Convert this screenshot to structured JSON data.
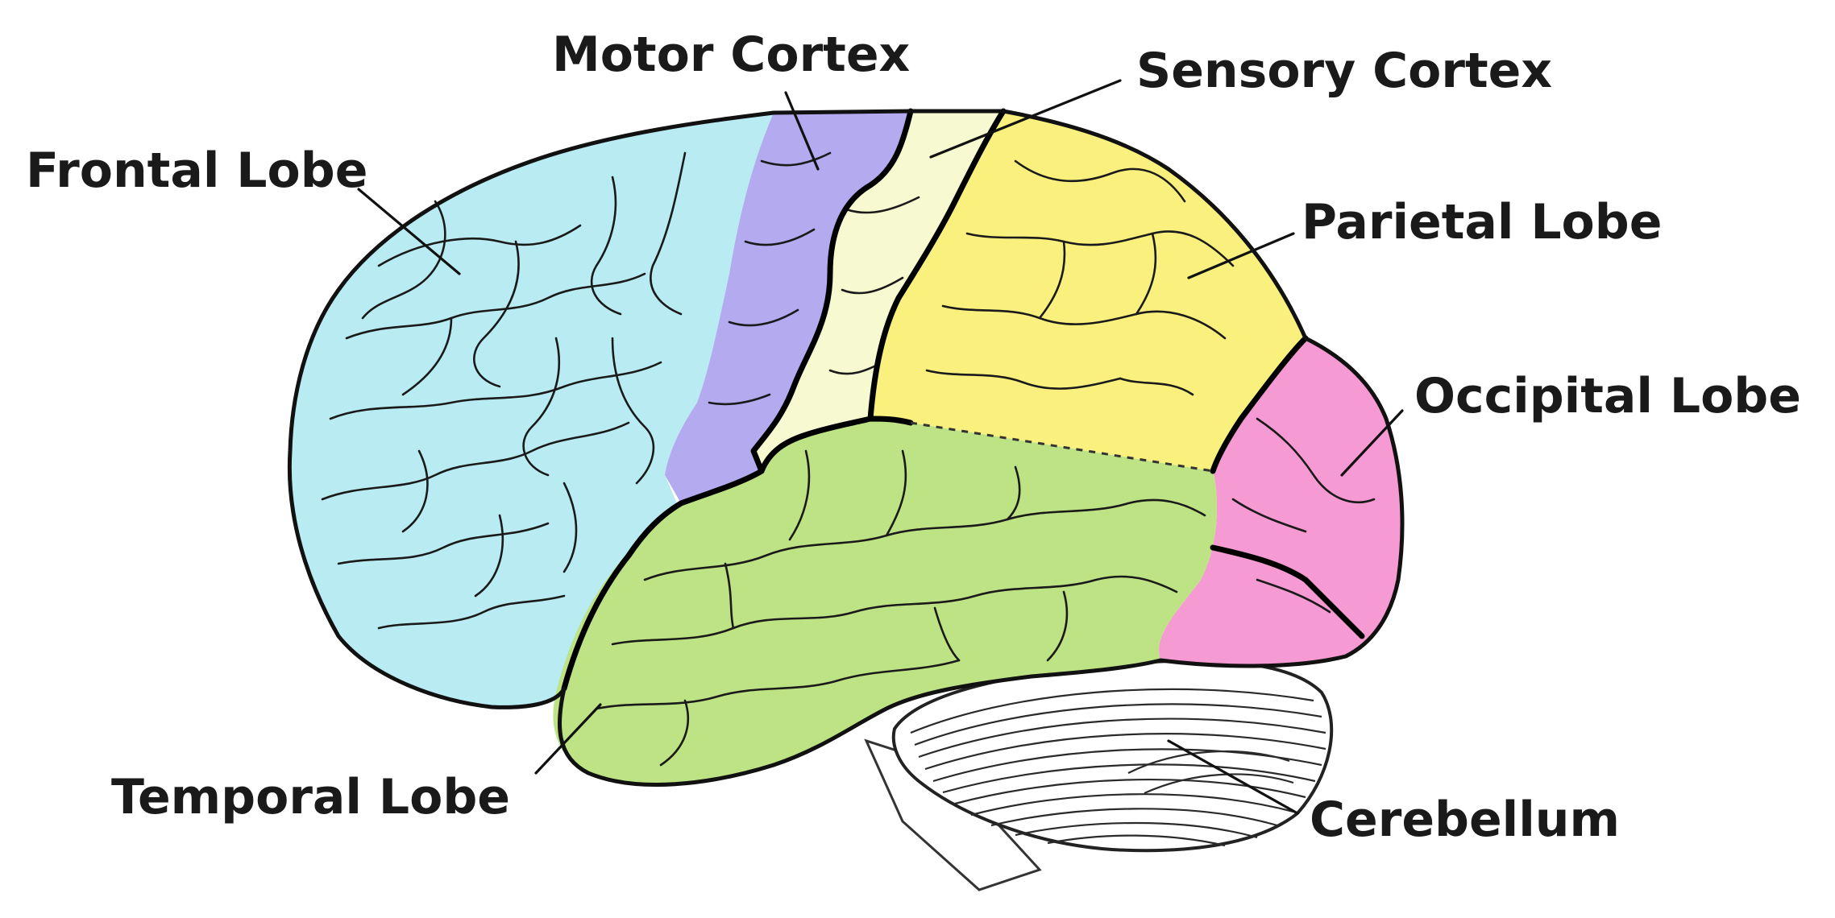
{
  "labels": {
    "motor_cortex": "Motor Cortex",
    "sensory_cortex": "Sensory Cortex",
    "frontal_lobe": "Frontal Lobe",
    "parietal_lobe": "Parietal Lobe",
    "occipital_lobe": "Occipital Lobe",
    "temporal_lobe": "Temporal Lobe",
    "cerebellum": "Cerebellum"
  },
  "colors": {
    "frontal": "#b9ebf3",
    "motor": "#b3aaf0",
    "sensory": "#f7fad0",
    "parietal": "#f9f07d",
    "occipital": "#f59ad2",
    "temporal": "#bde384",
    "cerebellum": "#ffffff"
  }
}
